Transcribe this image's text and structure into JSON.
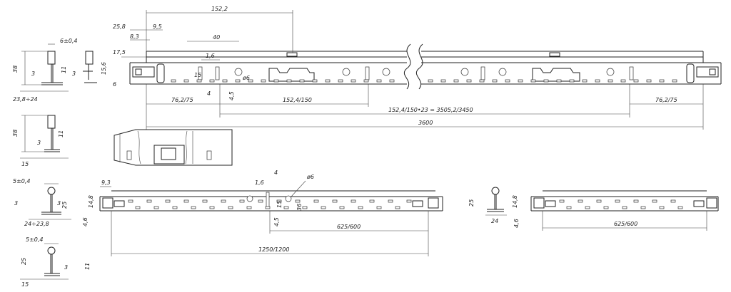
{
  "dims": {
    "main_top": [
      "152,2",
      "25,8",
      "9,5",
      "8,3",
      "40",
      "17,5",
      "1,6",
      "15,6",
      "6",
      "15",
      "ø6",
      "4",
      "4,5"
    ],
    "main_bottom": [
      "76,2/75",
      "152,4/150",
      "152,4/150•23 = 3505,2/3450",
      "76,2/75",
      "3600"
    ],
    "profile_a": [
      "6±0,4",
      "38",
      "11",
      "3",
      "3",
      "23,8÷24"
    ],
    "profile_b": [
      "38",
      "11",
      "3",
      "15"
    ],
    "cross_long": [
      "9,3",
      "1,6",
      "4",
      "ø6",
      "14,8",
      "4,6",
      "15",
      "36",
      "4,5",
      "625/600",
      "1250/1200"
    ],
    "profile_c": [
      "5±0,4",
      "3",
      "3",
      "25",
      "24÷23,8"
    ],
    "profile_d": [
      "5±0,4",
      "25",
      "3",
      "15",
      "11"
    ],
    "cross_short": [
      "25",
      "14,8",
      "24",
      "4,6",
      "625/600"
    ]
  }
}
